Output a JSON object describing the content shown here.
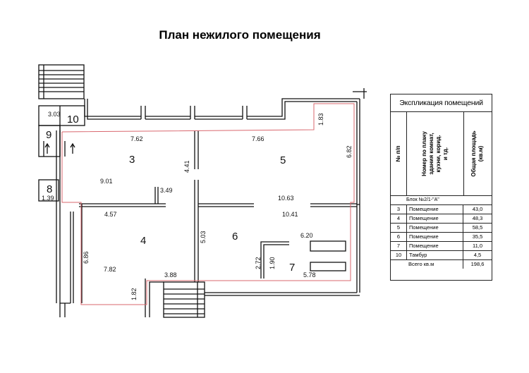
{
  "title": "План нежилого помещения",
  "rooms": {
    "r3": "3",
    "r4": "4",
    "r5": "5",
    "r6": "6",
    "r7": "7",
    "r8": "8",
    "r9": "9",
    "r10": "10"
  },
  "dimensions": {
    "d_303": "3.03",
    "d_762": "7.62",
    "d_766": "7.66",
    "d_183": "1.83",
    "d_682": "6.82",
    "d_441": "4.41",
    "d_901": "9.01",
    "d_349": "3.49",
    "d_1063": "10.63",
    "d_1041": "10.41",
    "d_457": "4.57",
    "d_503": "5.03",
    "d_620": "6.20",
    "d_686": "6.86",
    "d_782": "7.82",
    "d_388": "3.88",
    "d_272": "2.72",
    "d_190": "1.90",
    "d_578": "5.78",
    "d_182": "1.82",
    "d_139": "1.39"
  },
  "explication": {
    "title": "Экспликация помещений",
    "headers": {
      "num": "№ п/п",
      "name_lines": [
        "Номер по плану",
        "здания комнат,",
        "кухни, корид.",
        "и тд."
      ],
      "area_lines": [
        "Общая площадь",
        "(кв.м)"
      ]
    },
    "block": "Блок №2/1-\"А\"",
    "rows": [
      {
        "n": "3",
        "name": "Помещение",
        "area": "43,0"
      },
      {
        "n": "4",
        "name": "Помещение",
        "area": "48,3"
      },
      {
        "n": "5",
        "name": "Помещение",
        "area": "58,5"
      },
      {
        "n": "6",
        "name": "Помещение",
        "area": "35,5"
      },
      {
        "n": "7",
        "name": "Помещение",
        "area": "11,0"
      },
      {
        "n": "10",
        "name": "Тамбур",
        "area": "4,5"
      }
    ],
    "total_label": "Всего кв.м",
    "total_area": "198,6"
  },
  "colors": {
    "boundary": "#d9676e",
    "walls": "#111111"
  }
}
